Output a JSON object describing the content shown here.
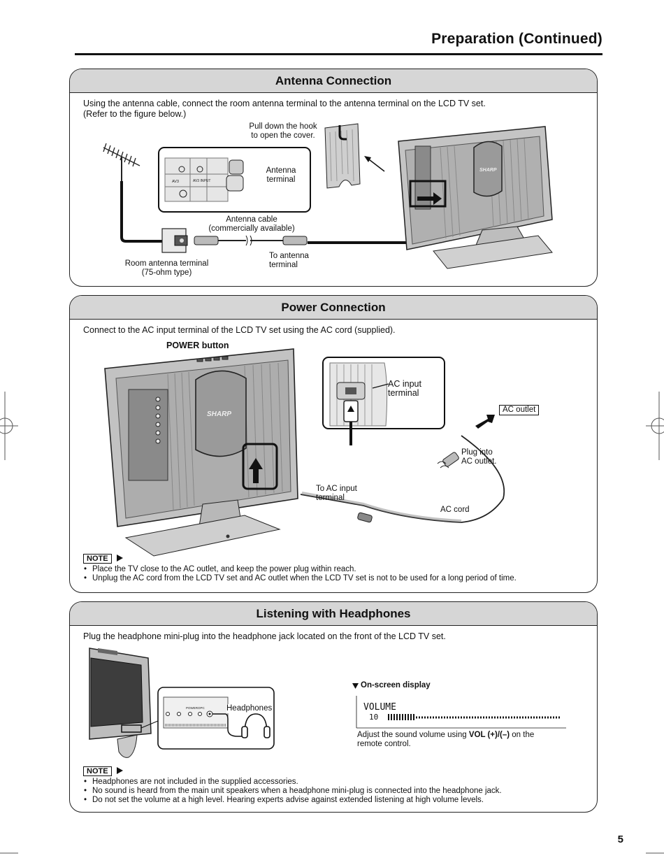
{
  "page": {
    "title": "Preparation (Continued)",
    "page_number": "5"
  },
  "antenna": {
    "heading": "Antenna Connection",
    "intro_line1": "Using the antenna cable, connect the room antenna terminal to the antenna terminal on the LCD TV set.",
    "intro_line2": "(Refer to the figure below.)",
    "hook_line1": "Pull down the hook",
    "hook_line2": "to open the cover.",
    "terminal_line1": "Antenna",
    "terminal_line2": "terminal",
    "cable_line1": "Antenna cable",
    "cable_line2": "(commercially available)",
    "room_line1": "Room antenna terminal",
    "room_line2": "(75-ohm type)",
    "to_line1": "To antenna",
    "to_line2": "terminal",
    "panel_labels": [
      "AV3",
      "AV3 INPUT"
    ],
    "brand": "SHARP"
  },
  "power": {
    "heading": "Power Connection",
    "intro": "Connect to the AC input terminal of the LCD TV set using the AC cord (supplied).",
    "power_button": "POWER button",
    "ac_input_line1": "AC input",
    "ac_input_line2": "terminal",
    "ac_outlet": "AC outlet",
    "plug_line1": "Plug into",
    "plug_line2": "AC outlet.",
    "to_ac_line1": "To AC input",
    "to_ac_line2": "terminal",
    "ac_cord": "AC cord",
    "brand": "SHARP",
    "note_label": "NOTE",
    "notes": [
      "Place the TV close to the AC outlet, and keep the power plug within reach.",
      "Unplug the AC cord from the LCD TV set and AC outlet when the LCD TV set is not to be used for a long period of time."
    ]
  },
  "headphones": {
    "heading": "Listening with Headphones",
    "intro": "Plug the headphone mini-plug into the headphone jack located on the front of the LCD TV set.",
    "headphones_label": "Headphones",
    "osd_heading": "On-screen display",
    "osd_label": "VOLUME",
    "osd_value": "10",
    "adjust_prefix": "Adjust the sound volume using ",
    "adjust_bold": "VOL (+)/(–)",
    "adjust_suffix": " on the",
    "adjust_line2": "remote control.",
    "panel_labels": [
      "POWER",
      "OPC"
    ],
    "note_label": "NOTE",
    "notes": [
      "Headphones are not included in the supplied accessories.",
      "No sound is heard from the main unit speakers when a headphone mini-plug is connected into the headphone jack.",
      "Do not set the volume at a high level. Hearing experts advise against extended listening at high volume levels."
    ]
  }
}
